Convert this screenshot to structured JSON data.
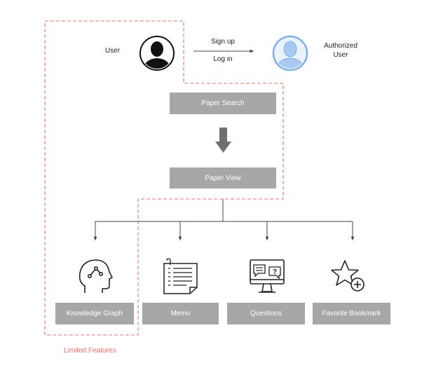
{
  "user": {
    "label": "User"
  },
  "auth": {
    "sign_up": "Sign up",
    "log_in": "Log in"
  },
  "authorized_user": {
    "line1": "Authorized",
    "line2": "User"
  },
  "flow": {
    "paper_search": "Paper Search",
    "paper_view": "Paper View"
  },
  "features": [
    {
      "label": "Knowledge Graph",
      "icon": "brain-network-icon"
    },
    {
      "label": "Memo",
      "icon": "memo-note-icon"
    },
    {
      "label": "Questions",
      "icon": "questions-monitor-icon"
    },
    {
      "label": "Favorite Bookmark",
      "icon": "star-plus-icon"
    }
  ],
  "limited_features": {
    "label": "Limited Features",
    "color": "#e8736b"
  },
  "colors": {
    "box": "#a7a7a7",
    "lines": "#555555",
    "avatar_blue": "#7fb0ea",
    "limited": "#e8736b"
  }
}
